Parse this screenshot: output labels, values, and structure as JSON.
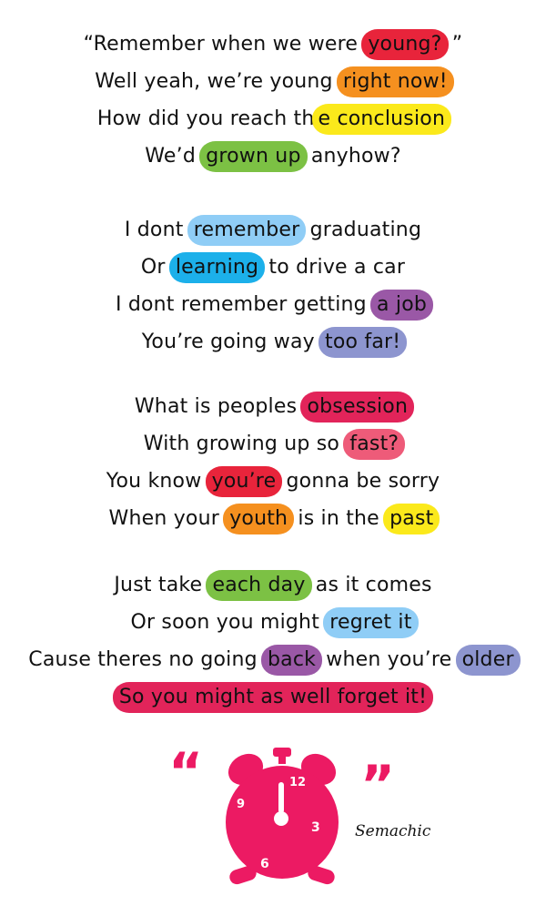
{
  "colors": {
    "text": "#111111",
    "clock": "#ec1a63",
    "highlights": {
      "red": "#e8243b",
      "orange": "#f5901f",
      "yellow": "#fbe91b",
      "green": "#7cc144",
      "lightblue": "#8fcdf6",
      "blue": "#1cb0ea",
      "purple": "#9a58a6",
      "periwinkle": "#8d95cf",
      "crimson": "#e2245a",
      "pink": "#ee5b79"
    }
  },
  "stanzas": [
    {
      "lines": [
        [
          {
            "t": "“Remember when we were "
          },
          {
            "t": "young?",
            "c": "red"
          },
          {
            "t": " ”"
          }
        ],
        [
          {
            "t": "Well yeah, we’re young "
          },
          {
            "t": "right now!",
            "c": "orange"
          }
        ],
        [
          {
            "t": "How did you reach th"
          },
          {
            "t": "e conclusion",
            "c": "yellow"
          }
        ],
        [
          {
            "t": "We’d "
          },
          {
            "t": "grown up",
            "c": "green"
          },
          {
            "t": " anyhow?"
          }
        ]
      ]
    },
    {
      "lines": [
        [
          {
            "t": "I dont "
          },
          {
            "t": "remember",
            "c": "lightblue"
          },
          {
            "t": " graduating"
          }
        ],
        [
          {
            "t": "Or "
          },
          {
            "t": "learning",
            "c": "blue"
          },
          {
            "t": " to drive a car"
          }
        ],
        [
          {
            "t": "I dont remember getting "
          },
          {
            "t": "a job",
            "c": "purple"
          }
        ],
        [
          {
            "t": "You’re going way "
          },
          {
            "t": "too far!",
            "c": "periwinkle"
          }
        ]
      ]
    },
    {
      "lines": [
        [
          {
            "t": "What is peoples "
          },
          {
            "t": "obsession",
            "c": "crimson"
          }
        ],
        [
          {
            "t": "With growing up so "
          },
          {
            "t": "fast?",
            "c": "pink"
          }
        ],
        [
          {
            "t": "You know "
          },
          {
            "t": "you’re",
            "c": "red"
          },
          {
            "t": " gonna be sorry"
          }
        ],
        [
          {
            "t": "When your "
          },
          {
            "t": "youth",
            "c": "orange"
          },
          {
            "t": " is in the "
          },
          {
            "t": "past",
            "c": "yellow"
          }
        ]
      ]
    },
    {
      "lines": [
        [
          {
            "t": "Just take "
          },
          {
            "t": "each day",
            "c": "green"
          },
          {
            "t": " as it comes"
          }
        ],
        [
          {
            "t": "Or soon you might "
          },
          {
            "t": "regret it",
            "c": "lightblue"
          }
        ],
        [
          {
            "t": "Cause theres no going "
          },
          {
            "t": "back",
            "c": "purple"
          },
          {
            "t": " when you’re "
          },
          {
            "t": "older",
            "c": "periwinkle"
          }
        ],
        [
          {
            "t": "So you might as well forget it!",
            "c": "crimson"
          }
        ]
      ]
    }
  ],
  "footer": {
    "open_quote": "“",
    "close_quote": "”",
    "clock_numbers": {
      "twelve": "12",
      "three": "3",
      "six": "6",
      "nine": "9"
    },
    "clock_icon": "alarm-clock-icon",
    "signature": "Semachic"
  }
}
